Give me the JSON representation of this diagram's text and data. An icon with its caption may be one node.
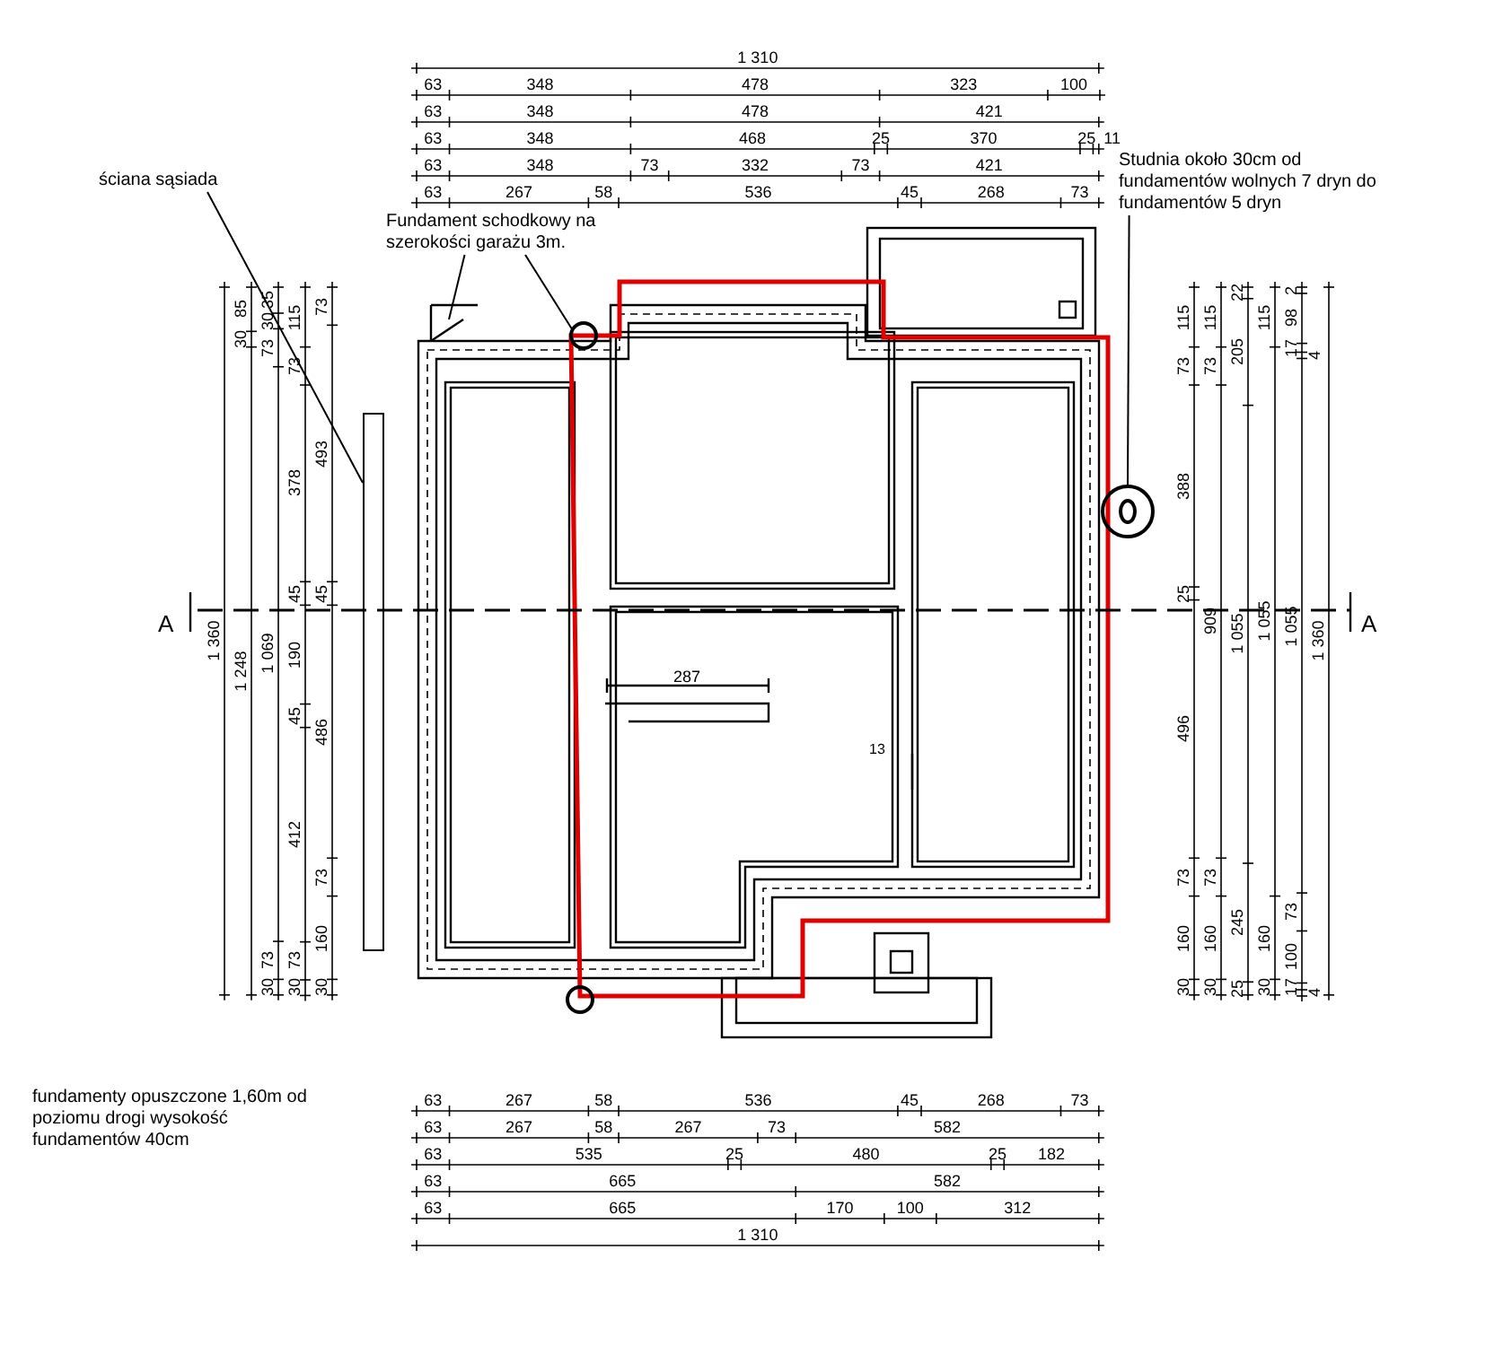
{
  "diagram": {
    "nodes": [
      {
        "text": [
          "ściana sąsiada"
        ]
      },
      {
        "text": [],
        "shape": "bar"
      },
      {
        "text": [
          "Fundament schodkowy na szerokości garażu 3m."
        ]
      },
      {
        "text": [],
        "shape": "circle"
      },
      {
        "text": [],
        "shape": "circle"
      },
      {
        "text": [
          "Studnia około 30cm od fundamentów wolnych 7 dryn do fundamentów 5 dryn"
        ]
      },
      {
        "text": [],
        "shape": "circle"
      }
    ],
    "edges": [
      {
        "from": 0,
        "to": 1,
        "arrow": "none"
      },
      {
        "from": 2,
        "to": null,
        "arrow": "none"
      },
      {
        "from": 2,
        "to": 3,
        "arrow": "none"
      },
      {
        "from": 5,
        "to": 6,
        "arrow": "none"
      }
    ],
    "labels": [
      "1 310",
      "63",
      "348",
      "478",
      "323",
      "100",
      "63",
      "348",
      "478",
      "421",
      "63",
      "348",
      "468",
      "25",
      "370",
      "25",
      "11",
      "63",
      "348",
      "73",
      "332",
      "73",
      "421",
      "63",
      "267",
      "58",
      "536",
      "45",
      "268",
      "73",
      "1 360",
      "85",
      "30",
      "1 248",
      "35",
      "30",
      "73",
      "1 069",
      "73",
      "30",
      "115",
      "73",
      "378",
      "45",
      "190",
      "45",
      "412",
      "73",
      "30",
      "73",
      "493",
      "45",
      "486",
      "73",
      "160",
      "30",
      "115",
      "73",
      "388",
      "25",
      "496",
      "73",
      "160",
      "30",
      "115",
      "73",
      "909",
      "73",
      "160",
      "30",
      "22",
      "205",
      "1 055",
      "245",
      "25",
      "115",
      "1 055",
      "160",
      "30",
      "2",
      "98",
      "17",
      "4",
      "1 055",
      "73",
      "100",
      "17",
      "4",
      "1 360",
      "A",
      "A",
      "287",
      "13",
      "fundamenty opuszczone 1,60m od poziomu drogi wysokość fundamentów 40cm",
      "63",
      "267",
      "58",
      "536",
      "45",
      "268",
      "73",
      "63",
      "267",
      "58",
      "267",
      "73",
      "582",
      "63",
      "535",
      "25",
      "480",
      "25",
      "182",
      "63",
      "665",
      "582",
      "63",
      "665",
      "170",
      "100",
      "312",
      "1 310"
    ]
  }
}
